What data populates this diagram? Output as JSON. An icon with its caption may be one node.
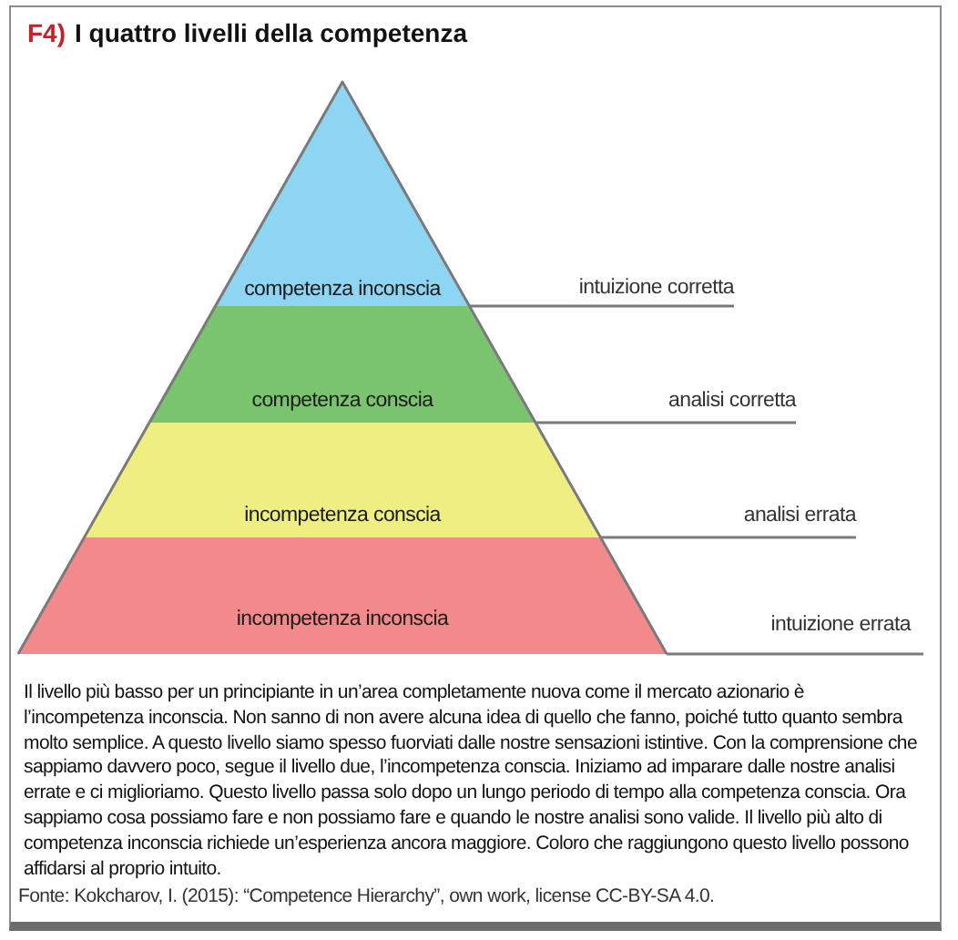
{
  "diagram": {
    "title": "I quattro livelli della competenza",
    "caption": "Fonte: Kokcharov, I. (2015): “Competence Hierarchy”, own work, license CC-BY-SA 4.0.",
    "nodes": [
      {
        "text": [
          "competenza inconscia"
        ]
      },
      {
        "text": [
          "intuizione corretta"
        ]
      },
      {
        "text": [
          "competenza conscia"
        ]
      },
      {
        "text": [
          "analisi corretta"
        ]
      },
      {
        "text": [
          "incompetenza conscia"
        ]
      },
      {
        "text": [
          "analisi errata"
        ]
      },
      {
        "text": [
          "incompetenza inconscia"
        ]
      },
      {
        "text": [
          "intuizione errata"
        ]
      }
    ],
    "edges": [
      {
        "from": 1,
        "to": 0,
        "arrow": "none"
      },
      {
        "from": 3,
        "to": 2,
        "arrow": "none"
      },
      {
        "from": 5,
        "to": 4,
        "arrow": "none"
      },
      {
        "from": 7,
        "to": 6,
        "arrow": "none"
      }
    ],
    "labels": [
      "F4)",
      "Il livello più basso per un principiante in un’area completamente nuova come il mercato azionario è l’incompetenza inconscia. Non sanno di non avere alcuna idea di quello che fanno, poiché tutto quanto sembra molto semplice. A questo livello siamo spesso fuorviati dalle nostre sensazioni istintive. Con la comprensione che sappiamo davvero poco, segue il livello due, l’incompetenza conscia. Iniziamo ad imparare dalle nostre analisi errate e ci miglioriamo. Questo livello passa solo dopo un lungo periodo di tempo alla competenza conscia. Ora sappiamo cosa possiamo fare e non possiamo fare e quando le nostre analisi sono valide. Il livello più alto di competenza inconscia richiede un’esperienza ancora maggiore. Coloro che raggiungono questo livello possono affidarsi al proprio intuito."
    ]
  }
}
